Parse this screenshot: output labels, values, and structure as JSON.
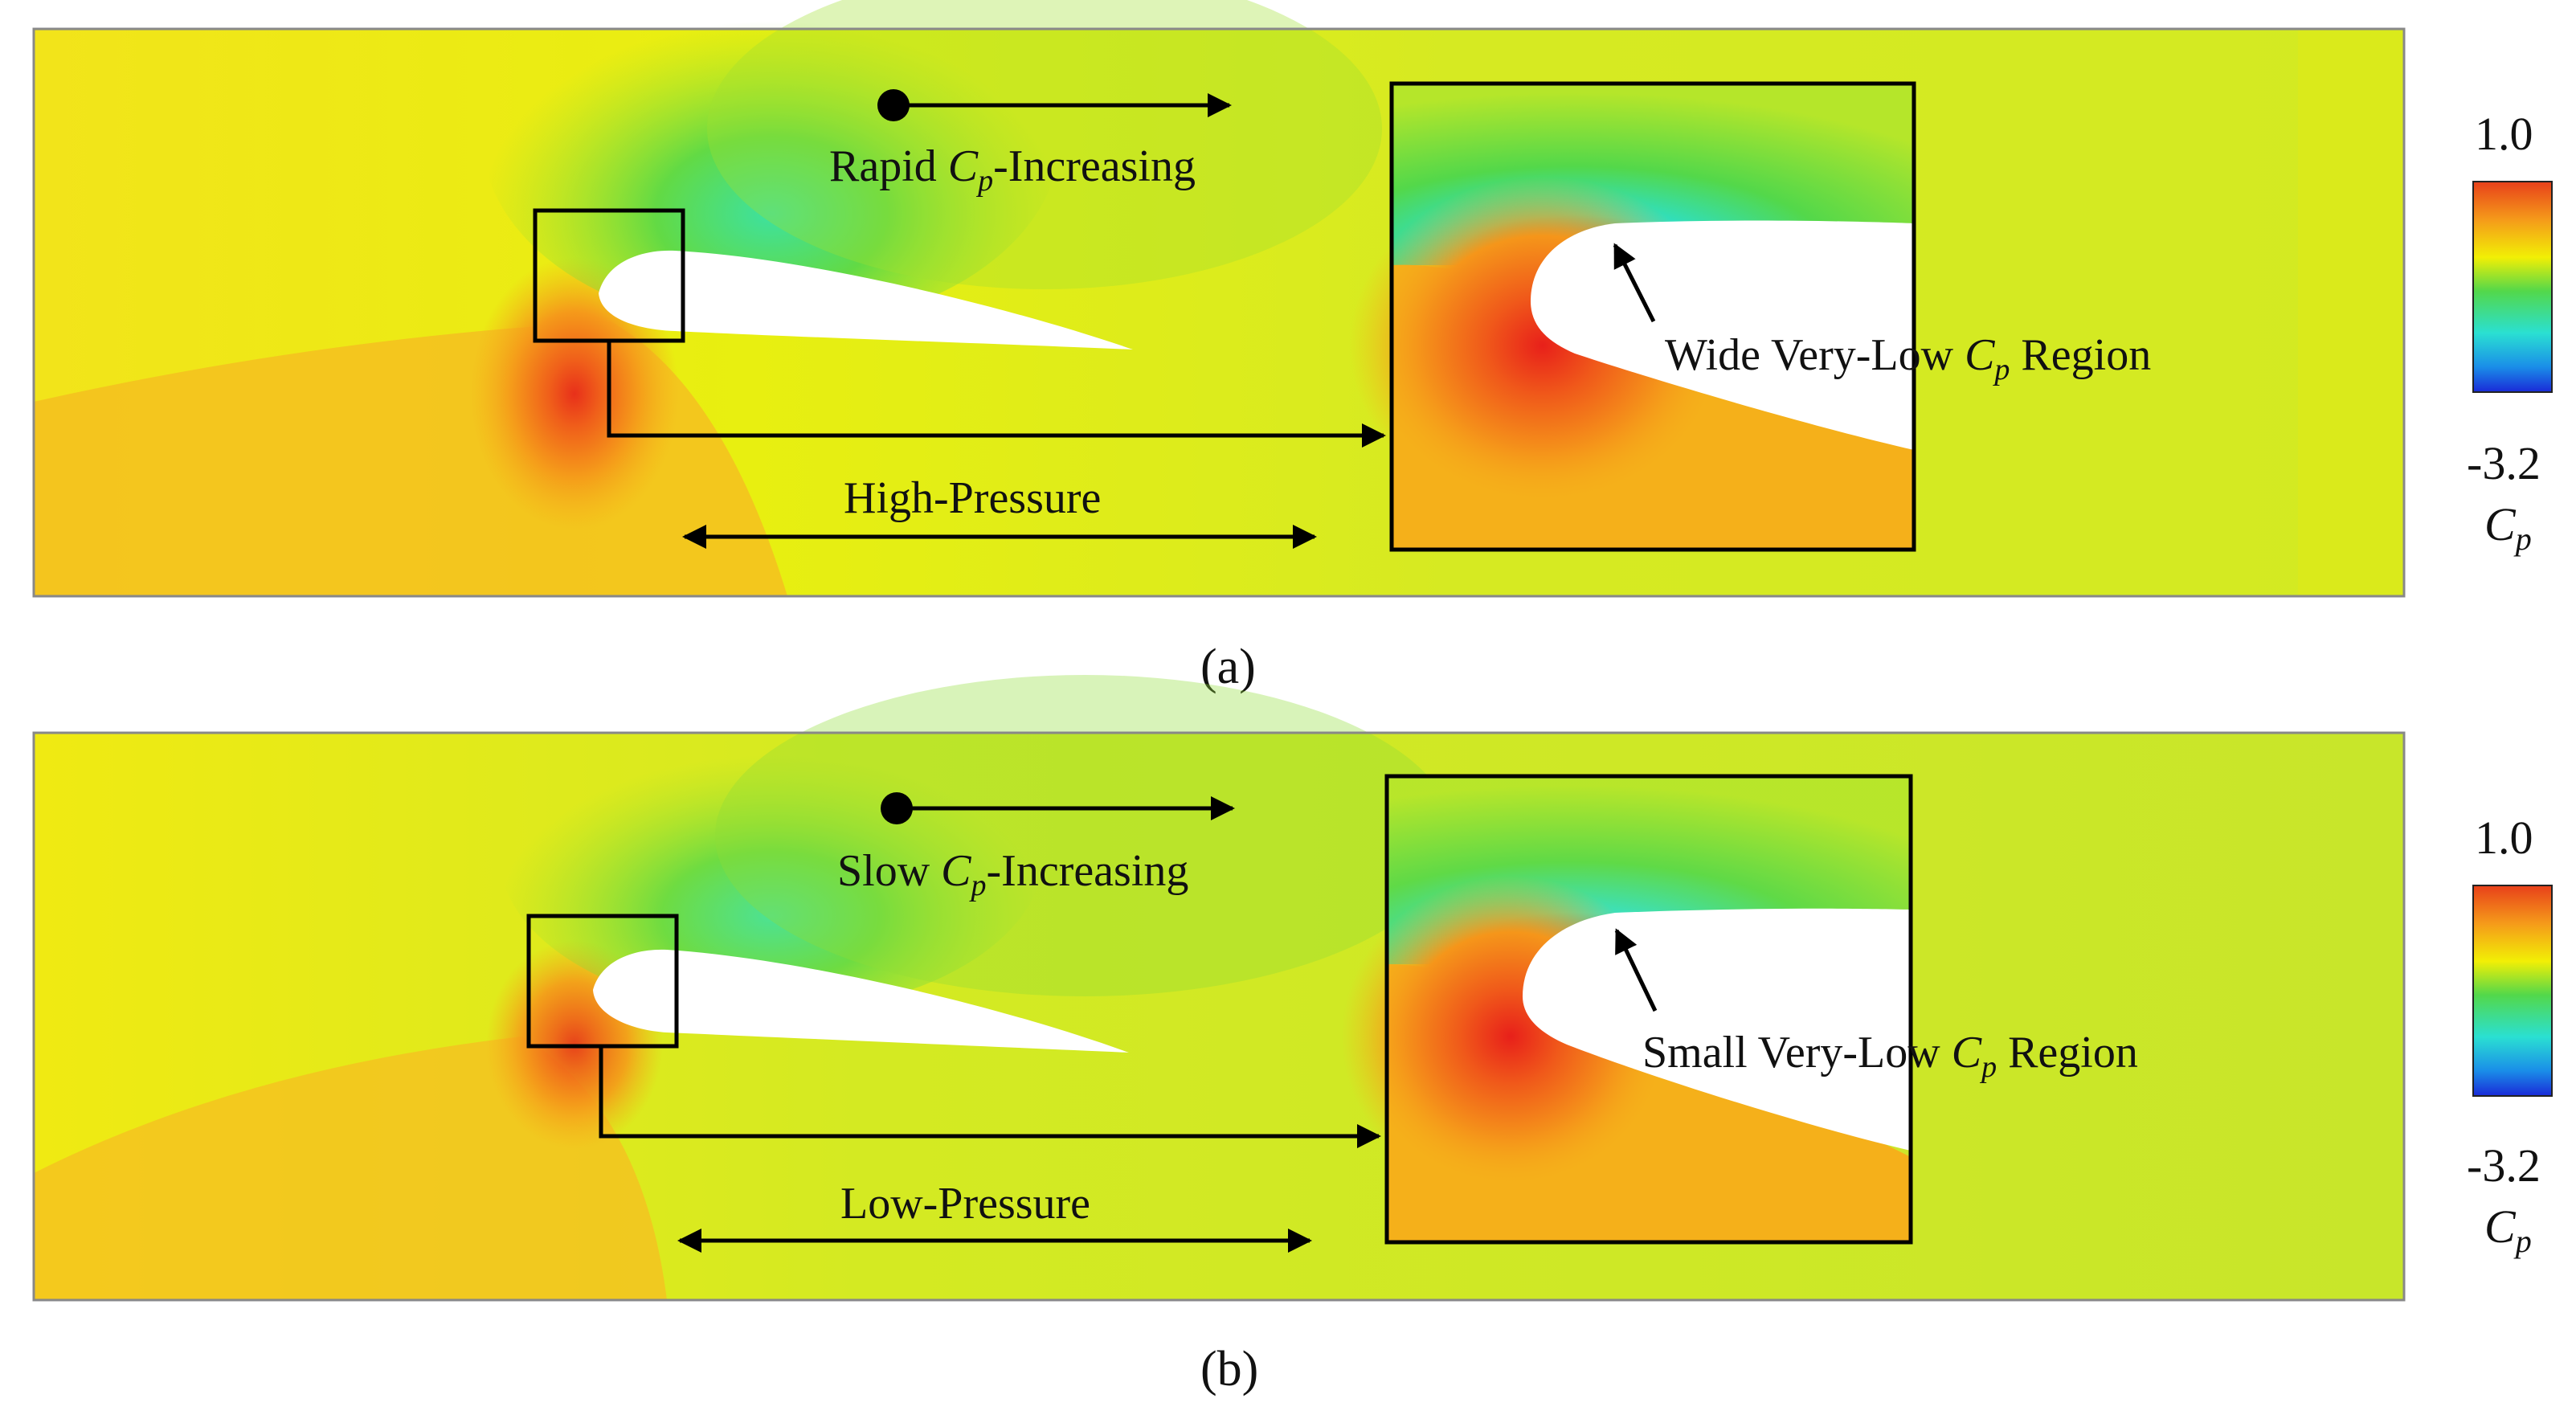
{
  "panels": [
    {
      "id": "a",
      "caption": "(a)",
      "label_top_prefix": "Rapid ",
      "label_bottom": "High-Pressure",
      "inset_prefix": "Wide Very-Low ",
      "inset_suffix": " Region",
      "increasing_suffix": "-Increasing"
    },
    {
      "id": "b",
      "caption": "(b)",
      "label_top_prefix": "Slow ",
      "label_bottom": "Low-Pressure",
      "inset_prefix": "Small Very-Low ",
      "inset_suffix": " Region",
      "increasing_suffix": "-Increasing"
    }
  ],
  "symbol": {
    "main": "C",
    "sub": "p"
  },
  "colorbar": {
    "max": "1.0",
    "min": "-3.2",
    "symbol": "C",
    "sub": "p"
  },
  "colors": {
    "high": "#e8401a",
    "orange": "#f59a1a",
    "yellow": "#f2ef05",
    "yellow_green": "#cdea1a",
    "green": "#53d84a",
    "cyan": "#2ae0d2",
    "blue": "#1a2ad8"
  }
}
